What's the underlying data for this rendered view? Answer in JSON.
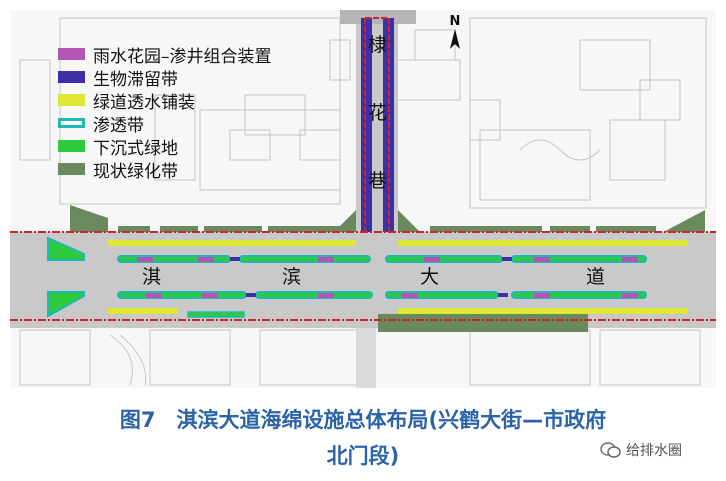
{
  "legend": [
    {
      "label": "雨水花园–渗井组合装置",
      "color": "#b455b4",
      "border": "#b455b4"
    },
    {
      "label": "生物滞留带",
      "color": "#3c2fa8",
      "border": "#3c2fa8"
    },
    {
      "label": "绿道透水铺装",
      "color": "#dfe636",
      "border": "#dfe636"
    },
    {
      "label": "渗透带",
      "color": "#ffffff",
      "border": "#1fb8b8"
    },
    {
      "label": "下沉式绿地",
      "color": "#2ecc3c",
      "border": "#2ecc3c"
    },
    {
      "label": "现状绿化带",
      "color": "#6a8a5e",
      "border": "#6a8a5e"
    }
  ],
  "road_labels": {
    "main_1": "淇",
    "main_2": "滨",
    "main_3": "大",
    "main_4": "道",
    "side_1": "棣",
    "side_2": "花",
    "side_3": "巷"
  },
  "north_label": "N",
  "caption": {
    "line1": "图7　淇滨大道海绵设施总体布局(兴鹤大街—市政府",
    "line2": "北门段)"
  },
  "watermark": "给排水圈",
  "colors": {
    "road": "#c9c9c9",
    "redline": "#c0282c",
    "cyan": "#1fb8b8",
    "yellow": "#dfe636",
    "blue": "#3c2fa8",
    "purple": "#b455b4",
    "green": "#2ecc3c",
    "dark_green": "#6a8a5e",
    "caption": "#2b63a8"
  }
}
